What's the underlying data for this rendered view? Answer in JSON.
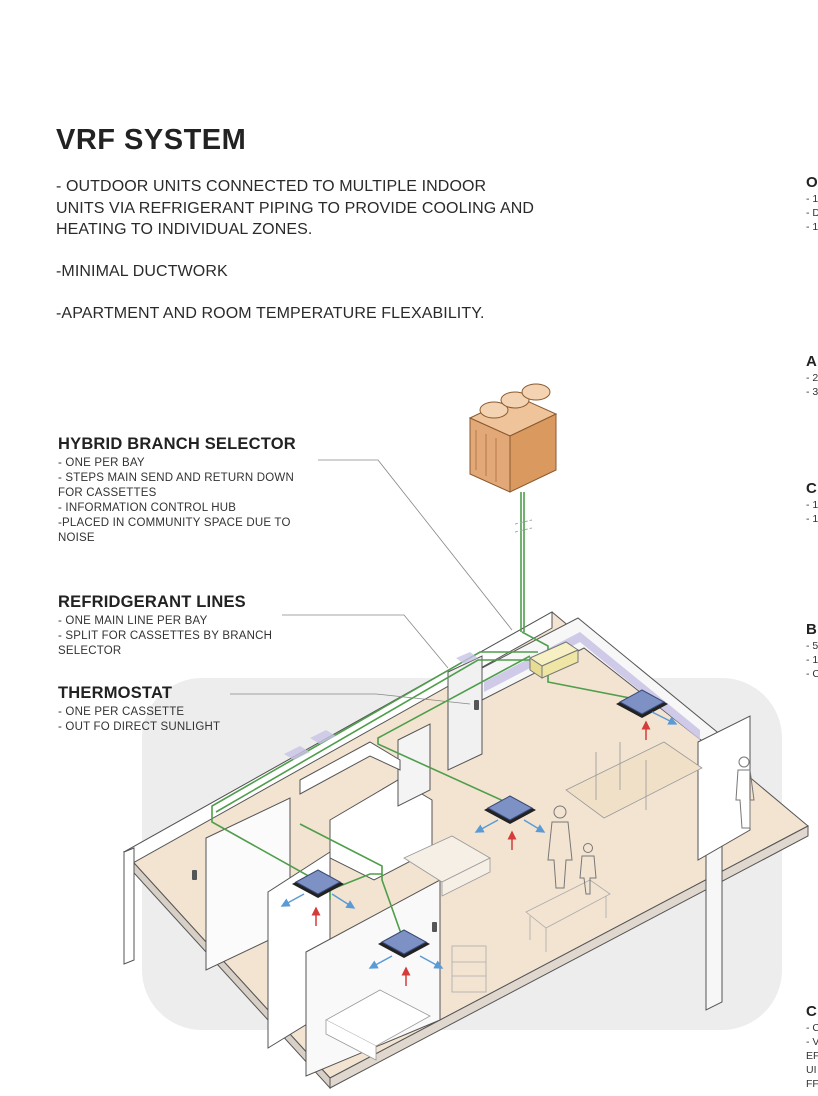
{
  "header": {
    "title": "VRF SYSTEM",
    "paragraphs": [
      "- OUTDOOR UNITS CONNECTED TO MULTIPLE INDOOR UNITS VIA REFRIGERANT PIPING TO PROVIDE COOLING AND HEATING TO INDIVIDUAL ZONES.",
      "-MINIMAL DUCTWORK",
      "-APARTMENT AND ROOM TEMPERATURE FLEXABILITY."
    ]
  },
  "callouts": {
    "branch_selector": {
      "heading": "HYBRID BRANCH SELECTOR",
      "lines": [
        "- ONE PER BAY",
        "- STEPS MAIN SEND AND RETURN DOWN FOR CASSETTES",
        "- INFORMATION CONTROL HUB",
        "-PLACED IN COMMUNITY SPACE DUE TO NOISE"
      ]
    },
    "refrigerant_lines": {
      "heading": "REFRIDGERANT LINES",
      "lines": [
        "- ONE MAIN LINE PER BAY",
        "- SPLIT FOR CASSETTES BY BRANCH SELECTOR"
      ]
    },
    "thermostat": {
      "heading": "THERMOSTAT",
      "lines": [
        "- ONE PER CASSETTE",
        "- OUT FO DIRECT SUNLIGHT"
      ]
    }
  },
  "side_panel": [
    {
      "heading": "O",
      "lines": [
        "- 1",
        "- D",
        "- 1"
      ]
    },
    {
      "heading": "A",
      "lines": [
        "- 2",
        "- 3"
      ]
    },
    {
      "heading": "C",
      "lines": [
        "- 1",
        "- 1"
      ]
    },
    {
      "heading": "B",
      "lines": [
        "- 5",
        "- 1",
        "- C"
      ]
    },
    {
      "heading": "C",
      "lines": [
        "- C",
        "- V",
        "EF",
        "UI",
        "FF"
      ]
    }
  ],
  "colors": {
    "refrigerant_pipe": "#4e9e4b",
    "outdoor_unit": "#e3a878",
    "branch_selector": "#efe6a6",
    "cassette": "#7d91c4",
    "floor": "#f3e4d2",
    "supply_arrow": "#5b9bd5",
    "return_arrow": "#d43c3c",
    "background_blob": "#ededed"
  }
}
